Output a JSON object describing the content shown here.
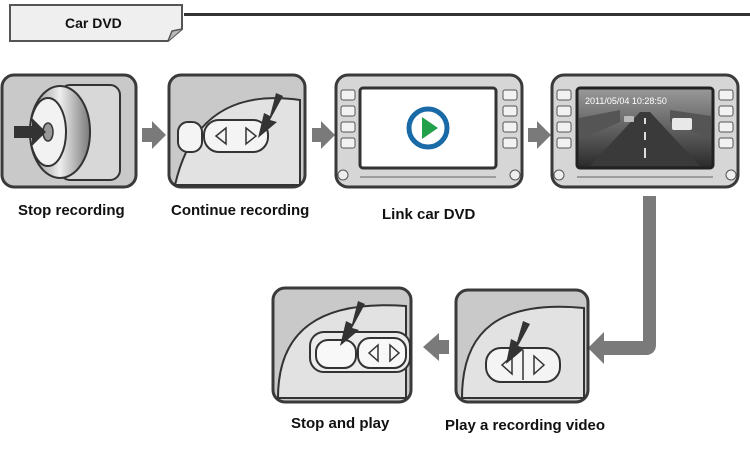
{
  "header": {
    "title": "Car DVD"
  },
  "steps": [
    {
      "caption": "Stop recording"
    },
    {
      "caption": "Continue recording"
    },
    {
      "caption": "Link car DVD"
    },
    {
      "caption": "",
      "screen_timestamp": "2011/05/04 10:28:50"
    },
    {
      "caption": "Play a recording video"
    },
    {
      "caption": "Stop and play"
    }
  ],
  "colors": {
    "panel_bg": "#c9c9c9",
    "frame": "#3a3a3a",
    "arrow": "#7a7a7a",
    "play_ring": "#1a6aa8",
    "play_triangle": "#22a04a"
  },
  "icons": [
    "right-arrow-icon",
    "elbow-arrow-icon",
    "left-arrow-icon",
    "play-icon",
    "press-arrow-icon"
  ]
}
